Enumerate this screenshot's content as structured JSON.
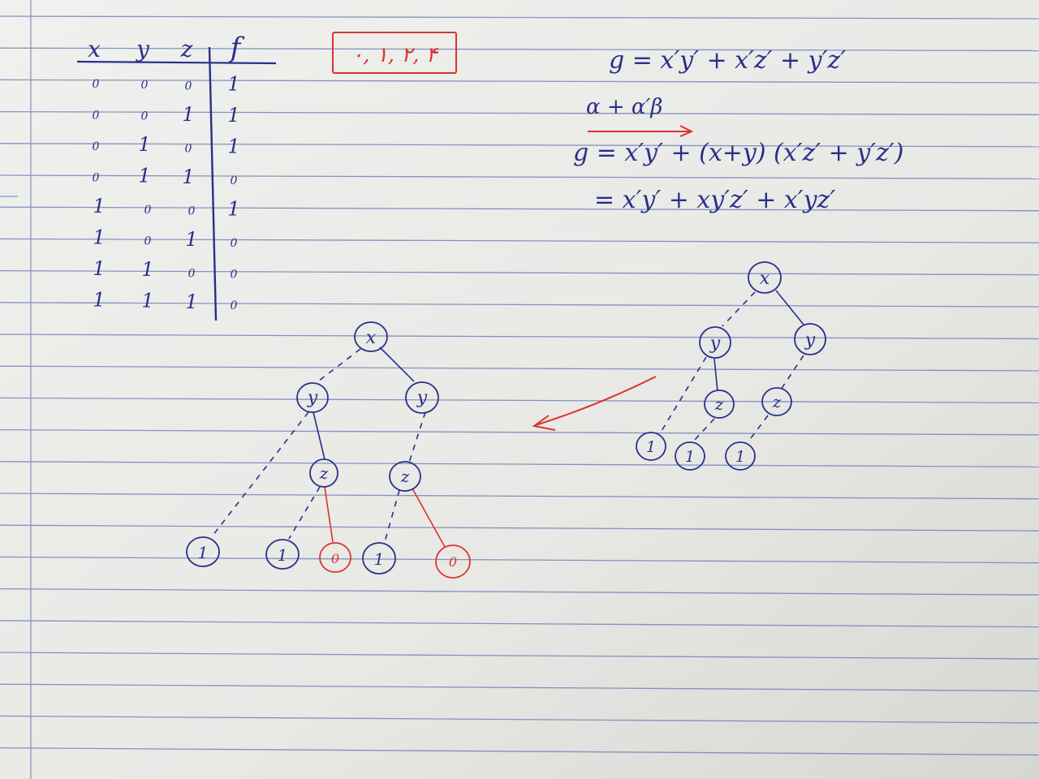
{
  "truth_table": {
    "headers": [
      "x",
      "y",
      "z",
      "f"
    ],
    "rows": [
      [
        "0",
        "0",
        "0",
        "1"
      ],
      [
        "0",
        "0",
        "1",
        "1"
      ],
      [
        "0",
        "1",
        "0",
        "1"
      ],
      [
        "0",
        "1",
        "1",
        "0"
      ],
      [
        "1",
        "0",
        "0",
        "1"
      ],
      [
        "1",
        "0",
        "1",
        "0"
      ],
      [
        "1",
        "1",
        "0",
        "0"
      ],
      [
        "1",
        "1",
        "1",
        "0"
      ]
    ]
  },
  "minterms_box": "۰, ۱, ۲, ۴",
  "equations": {
    "line1": "g = x′y′ + x′z′ + y′z′",
    "line2": "α + α′β",
    "line3": "g = x′y′ + (x+y) (x′z′ + y′z′)",
    "line4": "= x′y′ + xy′z′ + x′yz′"
  },
  "tree_left": {
    "nodes": [
      {
        "id": "x",
        "label": "x",
        "color": "blue"
      },
      {
        "id": "y1",
        "label": "y",
        "color": "blue"
      },
      {
        "id": "y2",
        "label": "y",
        "color": "blue"
      },
      {
        "id": "z1",
        "label": "z",
        "color": "blue"
      },
      {
        "id": "z2",
        "label": "z",
        "color": "blue"
      },
      {
        "id": "l1",
        "label": "1",
        "color": "blue"
      },
      {
        "id": "l2",
        "label": "1",
        "color": "blue"
      },
      {
        "id": "l3",
        "label": "0",
        "color": "red"
      },
      {
        "id": "l4",
        "label": "1",
        "color": "blue"
      },
      {
        "id": "l5",
        "label": "0",
        "color": "red"
      }
    ]
  },
  "tree_right": {
    "nodes": [
      {
        "id": "x",
        "label": "x",
        "color": "blue"
      },
      {
        "id": "y1",
        "label": "y",
        "color": "blue"
      },
      {
        "id": "y2",
        "label": "y",
        "color": "blue"
      },
      {
        "id": "z1",
        "label": "z",
        "color": "blue"
      },
      {
        "id": "z2",
        "label": "z",
        "color": "blue"
      },
      {
        "id": "l1",
        "label": "1",
        "color": "blue"
      },
      {
        "id": "l2",
        "label": "1",
        "color": "blue"
      },
      {
        "id": "l3",
        "label": "1",
        "color": "blue"
      }
    ]
  },
  "colors": {
    "paper": "#ececea",
    "rule_line": "#6f86b8",
    "ink_blue": "#2a2f8a",
    "ink_red": "#d9342b"
  }
}
